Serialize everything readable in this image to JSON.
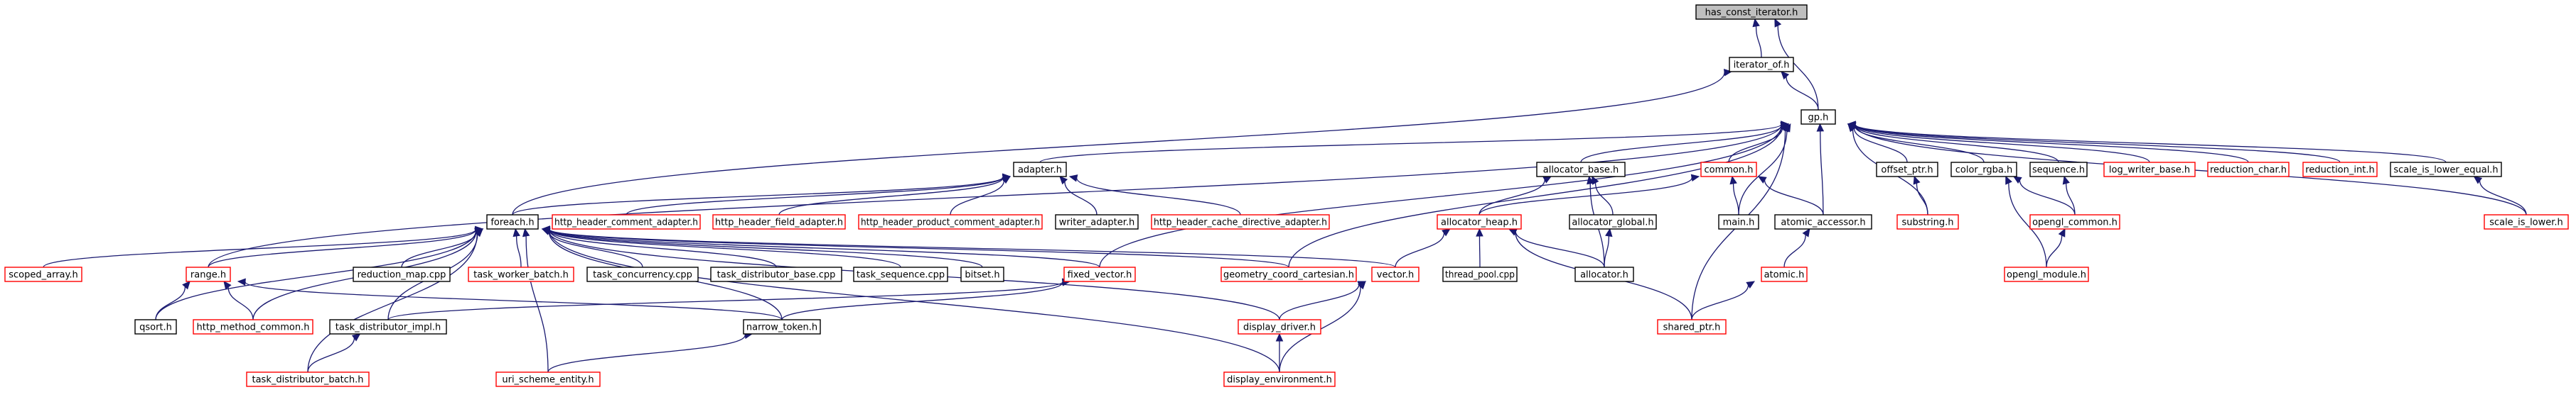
{
  "colors": {
    "edge": "#191970",
    "root_fill": "#bfbfbf",
    "node_border": "#000000",
    "incomplete_border": "#ff0000",
    "node_fill": "#ffffff",
    "text": "#000000"
  },
  "nodes": [
    {
      "id": "has_const_iterator",
      "label": "has_const_iterator.h",
      "style": "root"
    },
    {
      "id": "iterator_of",
      "label": "iterator_of.h",
      "style": "normal"
    },
    {
      "id": "gp",
      "label": "gp.h",
      "style": "normal"
    },
    {
      "id": "adapter",
      "label": "adapter.h",
      "style": "normal"
    },
    {
      "id": "allocator_base",
      "label": "allocator_base.h",
      "style": "normal"
    },
    {
      "id": "common",
      "label": "common.h",
      "style": "red"
    },
    {
      "id": "offset_ptr",
      "label": "offset_ptr.h",
      "style": "normal"
    },
    {
      "id": "color_rgba",
      "label": "color_rgba.h",
      "style": "normal"
    },
    {
      "id": "sequence",
      "label": "sequence.h",
      "style": "normal"
    },
    {
      "id": "log_writer_base",
      "label": "log_writer_base.h",
      "style": "red"
    },
    {
      "id": "reduction_char",
      "label": "reduction_char.h",
      "style": "red"
    },
    {
      "id": "reduction_int",
      "label": "reduction_int.h",
      "style": "red"
    },
    {
      "id": "scale_is_lower_equal",
      "label": "scale_is_lower_equal.h",
      "style": "normal"
    },
    {
      "id": "foreach",
      "label": "foreach.h",
      "style": "normal"
    },
    {
      "id": "http_header_comment_adapter",
      "label": "http_header_comment_adapter.h",
      "style": "red"
    },
    {
      "id": "http_header_field_adapter",
      "label": "http_header_field_adapter.h",
      "style": "red"
    },
    {
      "id": "http_header_product_comment_adapter",
      "label": "http_header_product_comment_adapter.h",
      "style": "red"
    },
    {
      "id": "writer_adapter",
      "label": "writer_adapter.h",
      "style": "normal"
    },
    {
      "id": "http_header_cache_directive_adapter",
      "label": "http_header_cache_directive_adapter.h",
      "style": "red"
    },
    {
      "id": "allocator_heap",
      "label": "allocator_heap.h",
      "style": "red"
    },
    {
      "id": "allocator_global",
      "label": "allocator_global.h",
      "style": "normal"
    },
    {
      "id": "main",
      "label": "main.h",
      "style": "normal"
    },
    {
      "id": "atomic_accessor",
      "label": "atomic_accessor.h",
      "style": "normal"
    },
    {
      "id": "substring",
      "label": "substring.h",
      "style": "red"
    },
    {
      "id": "opengl_common",
      "label": "opengl_common.h",
      "style": "red"
    },
    {
      "id": "scale_is_lower",
      "label": "scale_is_lower.h",
      "style": "red"
    },
    {
      "id": "scoped_array",
      "label": "scoped_array.h",
      "style": "red"
    },
    {
      "id": "range",
      "label": "range.h",
      "style": "red"
    },
    {
      "id": "reduction_map",
      "label": "reduction_map.cpp",
      "style": "normal"
    },
    {
      "id": "task_worker_batch",
      "label": "task_worker_batch.h",
      "style": "red"
    },
    {
      "id": "task_concurrency",
      "label": "task_concurrency.cpp",
      "style": "normal"
    },
    {
      "id": "task_distributor_base",
      "label": "task_distributor_base.cpp",
      "style": "normal"
    },
    {
      "id": "task_sequence",
      "label": "task_sequence.cpp",
      "style": "normal"
    },
    {
      "id": "bitset",
      "label": "bitset.h",
      "style": "normal"
    },
    {
      "id": "fixed_vector",
      "label": "fixed_vector.h",
      "style": "red"
    },
    {
      "id": "geometry_coord_cartesian",
      "label": "geometry_coord_cartesian.h",
      "style": "red"
    },
    {
      "id": "vector",
      "label": "vector.h",
      "style": "red"
    },
    {
      "id": "thread_pool",
      "label": "thread_pool.cpp",
      "style": "normal"
    },
    {
      "id": "allocator",
      "label": "allocator.h",
      "style": "normal"
    },
    {
      "id": "atomic",
      "label": "atomic.h",
      "style": "red"
    },
    {
      "id": "opengl_module",
      "label": "opengl_module.h",
      "style": "red"
    },
    {
      "id": "qsort",
      "label": "qsort.h",
      "style": "normal"
    },
    {
      "id": "http_method_common",
      "label": "http_method_common.h",
      "style": "red"
    },
    {
      "id": "task_distributor_impl",
      "label": "task_distributor_impl.h",
      "style": "normal"
    },
    {
      "id": "narrow_token",
      "label": "narrow_token.h",
      "style": "normal"
    },
    {
      "id": "display_driver",
      "label": "display_driver.h",
      "style": "red"
    },
    {
      "id": "shared_ptr",
      "label": "shared_ptr.h",
      "style": "red"
    },
    {
      "id": "task_distributor_batch",
      "label": "task_distributor_batch.h",
      "style": "red"
    },
    {
      "id": "uri_scheme_entity",
      "label": "uri_scheme_entity.h",
      "style": "red"
    },
    {
      "id": "display_environment",
      "label": "display_environment.h",
      "style": "red"
    }
  ],
  "edges": [
    [
      "iterator_of",
      "has_const_iterator"
    ],
    [
      "gp",
      "has_const_iterator"
    ],
    [
      "gp",
      "iterator_of"
    ],
    [
      "foreach",
      "iterator_of"
    ],
    [
      "adapter",
      "gp"
    ],
    [
      "allocator_base",
      "gp"
    ],
    [
      "common",
      "gp"
    ],
    [
      "offset_ptr",
      "gp"
    ],
    [
      "color_rgba",
      "gp"
    ],
    [
      "sequence",
      "gp"
    ],
    [
      "log_writer_base",
      "gp"
    ],
    [
      "reduction_char",
      "gp"
    ],
    [
      "reduction_int",
      "gp"
    ],
    [
      "scale_is_lower_equal",
      "gp"
    ],
    [
      "scale_is_lower",
      "gp"
    ],
    [
      "main",
      "gp"
    ],
    [
      "atomic_accessor",
      "gp"
    ],
    [
      "substring",
      "gp"
    ],
    [
      "shared_ptr",
      "gp"
    ],
    [
      "fixed_vector",
      "gp"
    ],
    [
      "geometry_coord_cartesian",
      "gp"
    ],
    [
      "range",
      "gp"
    ],
    [
      "foreach",
      "adapter"
    ],
    [
      "http_header_comment_adapter",
      "adapter"
    ],
    [
      "http_header_field_adapter",
      "adapter"
    ],
    [
      "http_header_product_comment_adapter",
      "adapter"
    ],
    [
      "writer_adapter",
      "adapter"
    ],
    [
      "http_header_cache_directive_adapter",
      "adapter"
    ],
    [
      "allocator_heap",
      "allocator_base"
    ],
    [
      "allocator_global",
      "allocator_base"
    ],
    [
      "allocator",
      "allocator_base"
    ],
    [
      "allocator_heap",
      "common"
    ],
    [
      "main",
      "common"
    ],
    [
      "atomic_accessor",
      "common"
    ],
    [
      "substring",
      "offset_ptr"
    ],
    [
      "opengl_common",
      "color_rgba"
    ],
    [
      "opengl_module",
      "color_rgba"
    ],
    [
      "opengl_common",
      "sequence"
    ],
    [
      "scale_is_lower",
      "scale_is_lower_equal"
    ],
    [
      "scoped_array",
      "foreach"
    ],
    [
      "range",
      "foreach"
    ],
    [
      "reduction_map",
      "foreach"
    ],
    [
      "task_worker_batch",
      "foreach"
    ],
    [
      "task_concurrency",
      "foreach"
    ],
    [
      "task_distributor_base",
      "foreach"
    ],
    [
      "task_sequence",
      "foreach"
    ],
    [
      "bitset",
      "foreach"
    ],
    [
      "fixed_vector",
      "foreach"
    ],
    [
      "geometry_coord_cartesian",
      "foreach"
    ],
    [
      "vector",
      "foreach"
    ],
    [
      "display_driver",
      "foreach"
    ],
    [
      "display_environment",
      "foreach"
    ],
    [
      "narrow_token",
      "foreach"
    ],
    [
      "uri_scheme_entity",
      "foreach"
    ],
    [
      "task_distributor_impl",
      "foreach"
    ],
    [
      "task_distributor_batch",
      "foreach"
    ],
    [
      "http_method_common",
      "foreach"
    ],
    [
      "qsort",
      "foreach"
    ],
    [
      "vector",
      "allocator_heap"
    ],
    [
      "thread_pool",
      "allocator_heap"
    ],
    [
      "allocator",
      "allocator_heap"
    ],
    [
      "shared_ptr",
      "allocator_heap"
    ],
    [
      "allocator",
      "allocator_global"
    ],
    [
      "atomic",
      "atomic_accessor"
    ],
    [
      "shared_ptr",
      "atomic"
    ],
    [
      "opengl_module",
      "opengl_common"
    ],
    [
      "qsort",
      "range"
    ],
    [
      "http_method_common",
      "range"
    ],
    [
      "narrow_token",
      "range"
    ],
    [
      "task_distributor_batch",
      "task_distributor_impl"
    ],
    [
      "task_distributor_impl",
      "fixed_vector"
    ],
    [
      "narrow_token",
      "fixed_vector"
    ],
    [
      "display_driver",
      "vector"
    ],
    [
      "display_environment",
      "vector"
    ],
    [
      "uri_scheme_entity",
      "narrow_token"
    ],
    [
      "display_environment",
      "display_driver"
    ]
  ]
}
